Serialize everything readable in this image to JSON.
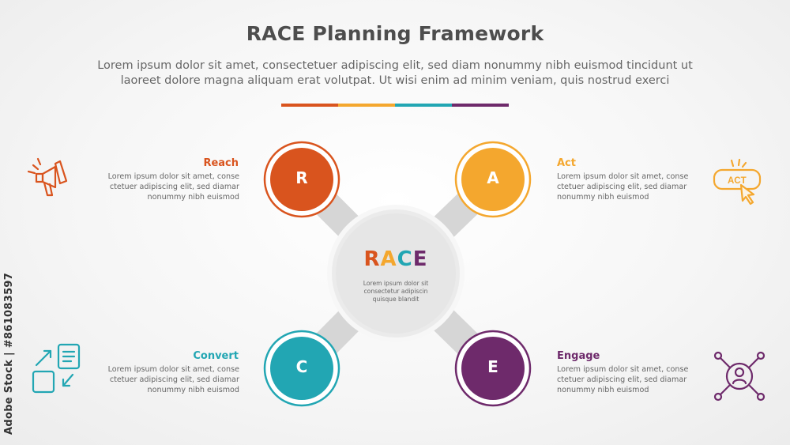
{
  "title": "RACE Planning Framework",
  "subtitle_line1": "Lorem ipsum dolor sit amet, consectetuer adipiscing elit, sed diam nonummy nibh euismod tincidunt ut",
  "subtitle_line2": "laoreet dolore magna aliquam erat volutpat. Ut wisi enim ad minim veniam, quis nostrud exerci",
  "center": {
    "letters": [
      "R",
      "A",
      "C",
      "E"
    ],
    "text_line1": "Lorem ipsum dolor sit",
    "text_line2": "consectetur adipiscin",
    "text_line3": "quisque blandit"
  },
  "colors": {
    "reach": "#d9541e",
    "act": "#f4a72e",
    "convert": "#22a6b3",
    "engage": "#6e2a6b",
    "hub": "#e6e6e6",
    "connector": "#d6d6d6"
  },
  "items": {
    "reach": {
      "letter": "R",
      "heading": "Reach",
      "line1": "Lorem ipsum dolor sit amet, conse",
      "line2": "ctetuer adipiscing elit, sed diamar",
      "line3": "nonummy nibh euismod",
      "icon": "megaphone-icon"
    },
    "act": {
      "letter": "A",
      "heading": "Act",
      "line1": "Lorem ipsum dolor sit amet, conse",
      "line2": "ctetuer adipiscing elit, sed diamar",
      "line3": "nonummy nibh euismod",
      "icon": "act-button-click-icon",
      "icon_text": "ACT"
    },
    "convert": {
      "letter": "C",
      "heading": "Convert",
      "line1": "Lorem ipsum dolor sit amet, conse",
      "line2": "ctetuer adipiscing elit, sed diamar",
      "line3": "nonummy nibh euismod",
      "icon": "convert-arrows-icon"
    },
    "engage": {
      "letter": "E",
      "heading": "Engage",
      "line1": "Lorem ipsum dolor sit amet, conse",
      "line2": "ctetuer adipiscing elit, sed diamar",
      "line3": "nonummy nibh euismod",
      "icon": "user-network-icon"
    }
  },
  "watermark": "Adobe Stock | #861083597"
}
